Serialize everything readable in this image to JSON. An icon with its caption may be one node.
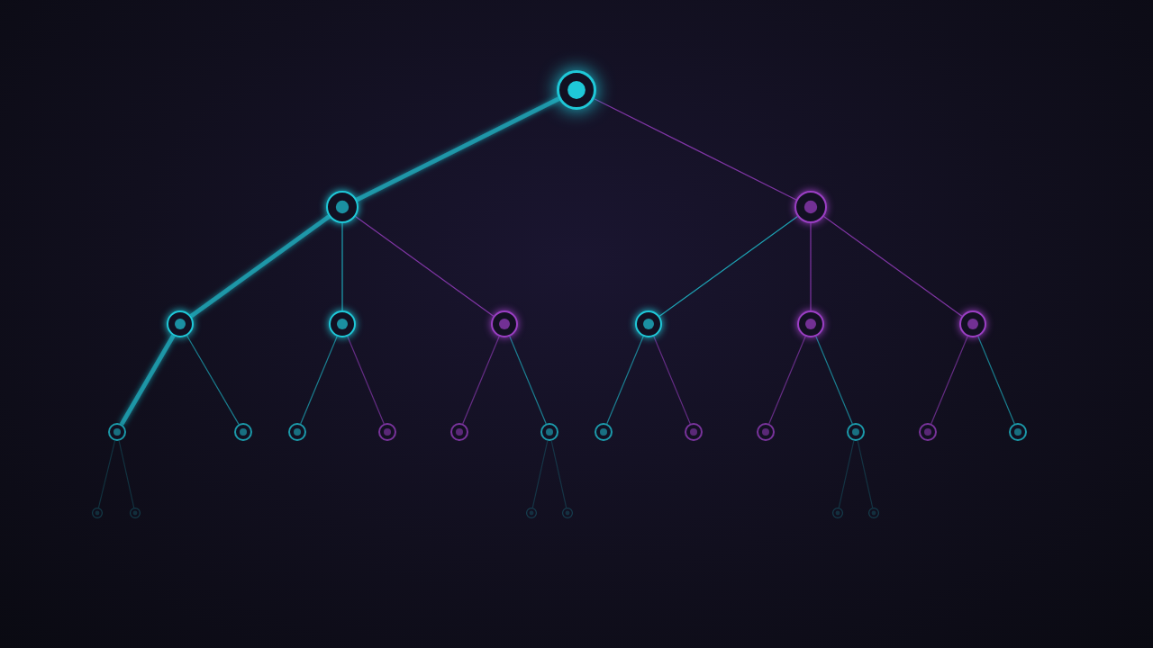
{
  "diagram": {
    "nodes": [
      {
        "text": [],
        "shape": "circle"
      },
      {
        "text": [],
        "shape": "circle"
      },
      {
        "text": [],
        "shape": "circle"
      },
      {
        "text": [],
        "shape": "circle"
      },
      {
        "text": [],
        "shape": "circle"
      },
      {
        "text": [],
        "shape": "circle"
      },
      {
        "text": [],
        "shape": "circle"
      },
      {
        "text": [],
        "shape": "circle"
      },
      {
        "text": [],
        "shape": "circle"
      },
      {
        "text": [],
        "shape": "circle"
      },
      {
        "text": [],
        "shape": "circle"
      },
      {
        "text": [],
        "shape": "circle"
      },
      {
        "text": [],
        "shape": "circle"
      },
      {
        "text": [],
        "shape": "circle"
      },
      {
        "text": [],
        "shape": "circle"
      },
      {
        "text": [],
        "shape": "circle"
      },
      {
        "text": [],
        "shape": "circle"
      },
      {
        "text": [],
        "shape": "circle"
      },
      {
        "text": [],
        "shape": "circle"
      },
      {
        "text": [],
        "shape": "circle"
      },
      {
        "text": [],
        "shape": "circle"
      },
      {
        "text": [],
        "shape": "circle"
      },
      {
        "text": [],
        "shape": "circle"
      },
      {
        "text": [],
        "shape": "circle"
      },
      {
        "text": [],
        "shape": "circle"
      },
      {
        "text": [],
        "shape": "circle"
      },
      {
        "text": [],
        "shape": "circle"
      }
    ],
    "edges": [
      {
        "from": 0,
        "to": 1,
        "arrow": "none",
        "style": "thick"
      },
      {
        "from": 0,
        "to": 2,
        "arrow": "none",
        "color": "#9b3fc4"
      },
      {
        "from": 1,
        "to": 3,
        "arrow": "none",
        "style": "thick"
      },
      {
        "from": 1,
        "to": 4,
        "arrow": "none"
      },
      {
        "from": 1,
        "to": 5,
        "arrow": "none",
        "color": "#9b3fc4"
      },
      {
        "from": 2,
        "to": 6,
        "arrow": "none"
      },
      {
        "from": 2,
        "to": 7,
        "arrow": "none",
        "color": "#9b3fc4"
      },
      {
        "from": 2,
        "to": 8,
        "arrow": "none",
        "color": "#9b3fc4"
      },
      {
        "from": 3,
        "to": 9,
        "arrow": "none",
        "style": "thick"
      },
      {
        "from": 3,
        "to": 10,
        "arrow": "none"
      },
      {
        "from": 4,
        "to": 11,
        "arrow": "none"
      },
      {
        "from": 4,
        "to": 12,
        "arrow": "none",
        "color": "#9b3fc4"
      },
      {
        "from": 5,
        "to": 13,
        "arrow": "none",
        "color": "#9b3fc4"
      },
      {
        "from": 5,
        "to": 14,
        "arrow": "none"
      },
      {
        "from": 6,
        "to": 15,
        "arrow": "none"
      },
      {
        "from": 6,
        "to": 16,
        "arrow": "none",
        "color": "#9b3fc4"
      },
      {
        "from": 7,
        "to": 17,
        "arrow": "none",
        "color": "#9b3fc4"
      },
      {
        "from": 7,
        "to": 18,
        "arrow": "none"
      },
      {
        "from": 8,
        "to": 19,
        "arrow": "none",
        "color": "#9b3fc4"
      },
      {
        "from": 8,
        "to": 20,
        "arrow": "none"
      },
      {
        "from": 9,
        "to": 21,
        "arrow": "none"
      },
      {
        "from": 9,
        "to": 22,
        "arrow": "none"
      },
      {
        "from": 14,
        "to": 23,
        "arrow": "none"
      },
      {
        "from": 14,
        "to": 24,
        "arrow": "none"
      },
      {
        "from": 18,
        "to": 25,
        "arrow": "none"
      },
      {
        "from": 18,
        "to": 26,
        "arrow": "none"
      }
    ]
  }
}
